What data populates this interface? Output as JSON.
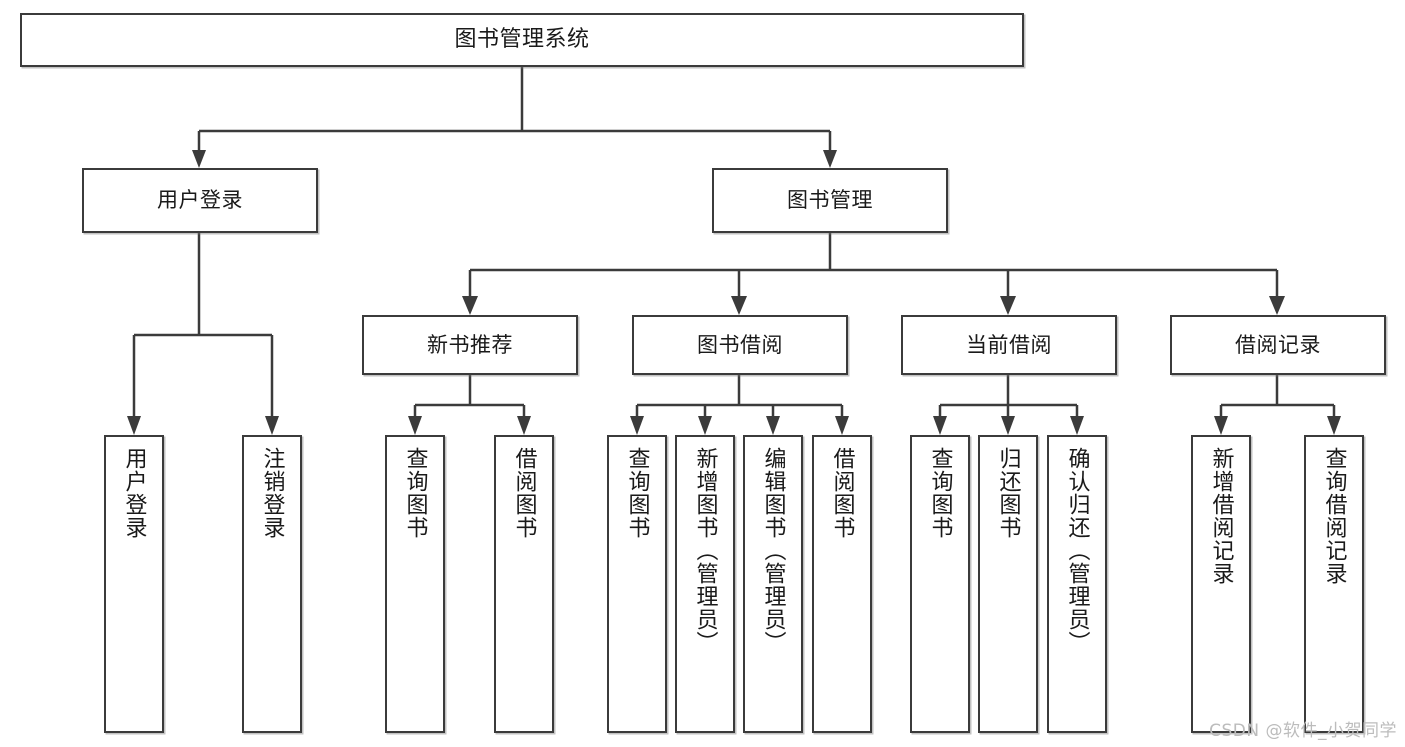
{
  "diagram": {
    "title": "图书管理系统",
    "root": {
      "label": "图书管理系统"
    },
    "level2": [
      {
        "label": "用户登录"
      },
      {
        "label": "图书管理"
      }
    ],
    "level3": [
      {
        "label": "新书推荐"
      },
      {
        "label": "图书借阅"
      },
      {
        "label": "当前借阅"
      },
      {
        "label": "借阅记录"
      }
    ],
    "leaves": {
      "user_login": [
        {
          "label": "用户登录"
        },
        {
          "label": "注销登录"
        }
      ],
      "new_book_recommend": [
        {
          "label": "查询图书"
        },
        {
          "label": "借阅图书"
        }
      ],
      "book_borrow": [
        {
          "label": "查询图书"
        },
        {
          "label": "新增图书（管理员）"
        },
        {
          "label": "编辑图书（管理员）"
        },
        {
          "label": "借阅图书"
        }
      ],
      "current_borrow": [
        {
          "label": "查询图书"
        },
        {
          "label": "归还图书"
        },
        {
          "label": "确认归还（管理员）"
        }
      ],
      "borrow_record": [
        {
          "label": "新增借阅记录"
        },
        {
          "label": "查询借阅记录"
        }
      ]
    }
  },
  "watermark": {
    "text": "CSDN @软件_小贺同学"
  },
  "colors": {
    "stroke": "#3b3b3b",
    "text": "#1a1a1a",
    "background": "#ffffff",
    "watermark": "#bcbcbc"
  }
}
